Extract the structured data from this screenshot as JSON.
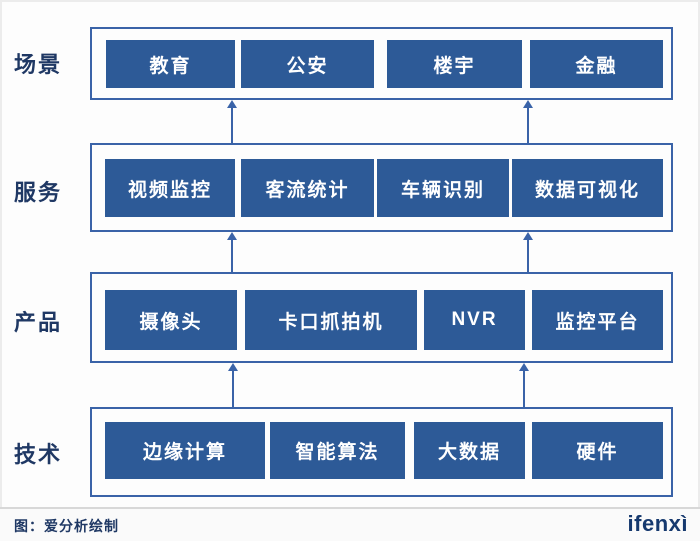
{
  "diagram": {
    "layers": [
      {
        "label": "场景",
        "items": [
          "教育",
          "公安",
          "楼宇",
          "金融"
        ]
      },
      {
        "label": "服务",
        "items": [
          "视频监控",
          "客流统计",
          "车辆识别",
          "数据可视化"
        ]
      },
      {
        "label": "产品",
        "items": [
          "摄像头",
          "卡口抓拍机",
          "NVR",
          "监控平台"
        ]
      },
      {
        "label": "技术",
        "items": [
          "边缘计算",
          "智能算法",
          "大数据",
          "硬件"
        ]
      }
    ]
  },
  "footer": {
    "caption": "图：爱分析绘制",
    "logo": "ifenxì"
  },
  "colors": {
    "box_fill": "#2d5a97",
    "box_text": "#ffffff",
    "outline": "#3a63a8",
    "label_text": "#1f3864",
    "footer_text": "#1f3864",
    "logo_color": "#16396e",
    "divider": "#d8d8d8",
    "background": "#fdfdfd"
  }
}
